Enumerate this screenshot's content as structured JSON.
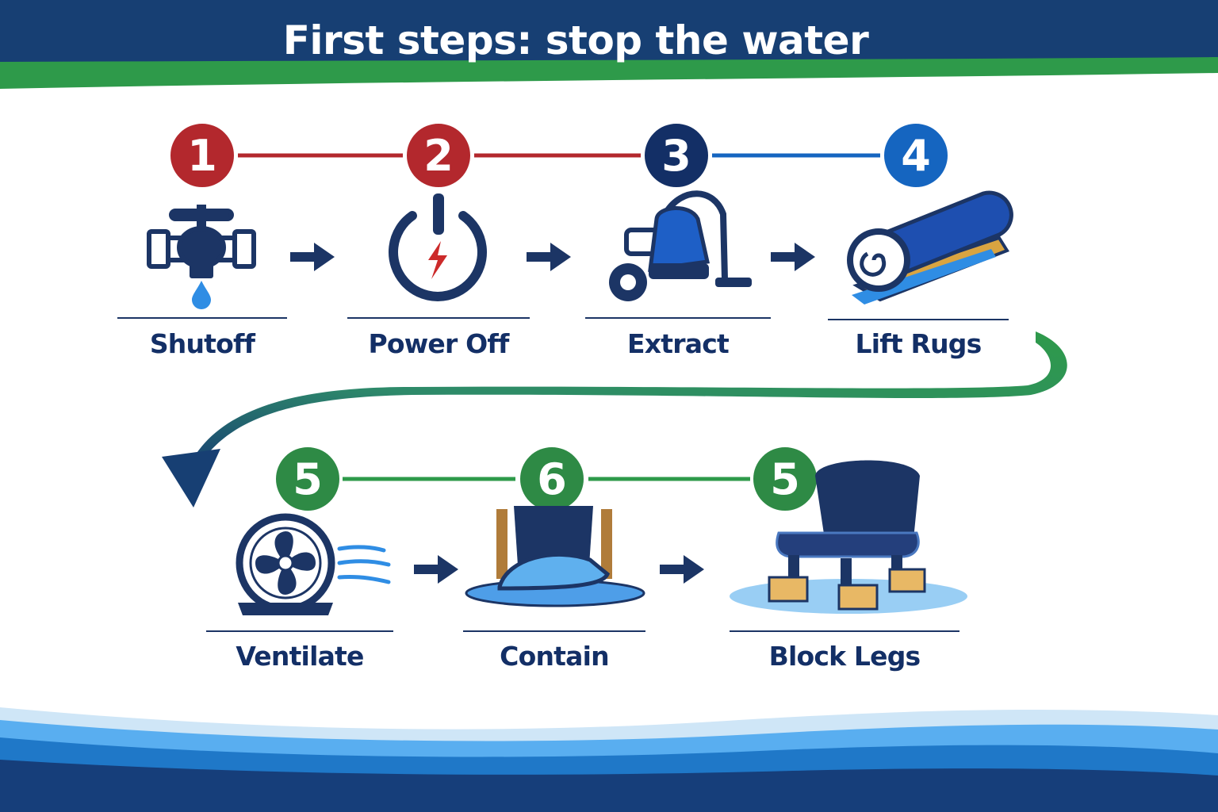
{
  "title": "First steps: stop the water",
  "colors": {
    "navy": "#132f66",
    "red": "#b3282d",
    "blue": "#1565c0",
    "green": "#2e8a45",
    "light_blue": "#2f8de4"
  },
  "steps": [
    {
      "number": "1",
      "label": "Shutoff",
      "icon": "faucet-icon",
      "badge_color": "red"
    },
    {
      "number": "2",
      "label": "Power Off",
      "icon": "power-icon",
      "badge_color": "red"
    },
    {
      "number": "3",
      "label": "Extract",
      "icon": "wet-vacuum-icon",
      "badge_color": "navy"
    },
    {
      "number": "4",
      "label": "Lift Rugs",
      "icon": "rolled-rug-icon",
      "badge_color": "blue"
    },
    {
      "number": "5",
      "label": "Ventilate",
      "icon": "fan-icon",
      "badge_color": "green"
    },
    {
      "number": "6",
      "label": "Contain",
      "icon": "containment-icon",
      "badge_color": "green"
    },
    {
      "number": "5",
      "label": "Block Legs",
      "icon": "chair-on-blocks-icon",
      "badge_color": "green"
    }
  ]
}
